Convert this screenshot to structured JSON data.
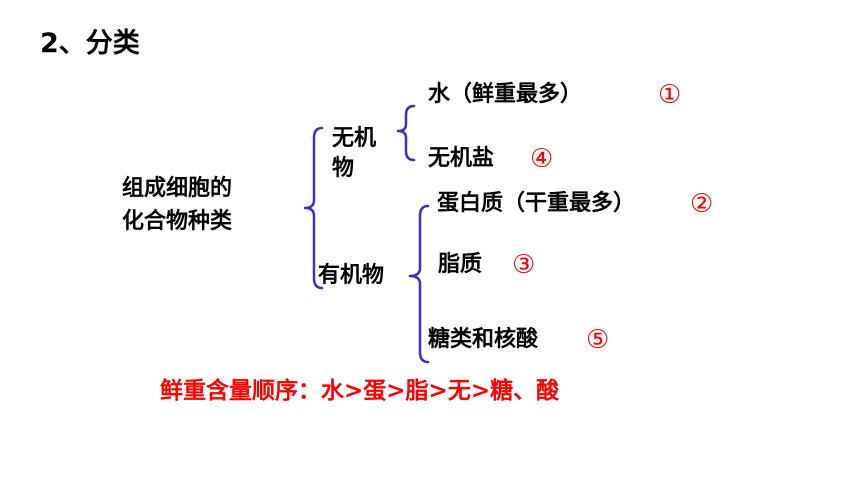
{
  "title": "2、分类",
  "root_line1": "组成细胞的",
  "root_line2": "化合物种类",
  "inorganic": {
    "label_line1": "无机",
    "label_line2": "物"
  },
  "organic": {
    "label": "有机物"
  },
  "items": {
    "water": {
      "text": "水（鲜重最多）",
      "mark": "①"
    },
    "salt": {
      "text": "无机盐",
      "mark": "④"
    },
    "protein": {
      "text": "蛋白质（干重最多）",
      "mark": "②"
    },
    "lipid": {
      "text": "脂质",
      "mark": "③"
    },
    "sugar_acid": {
      "text": "糖类和核酸",
      "mark": "⑤"
    }
  },
  "order_note": "鲜重含量顺序：水>蛋>脂>无>糖、酸",
  "colors": {
    "bracket": "#3333cc",
    "accent": "#ff0000"
  }
}
